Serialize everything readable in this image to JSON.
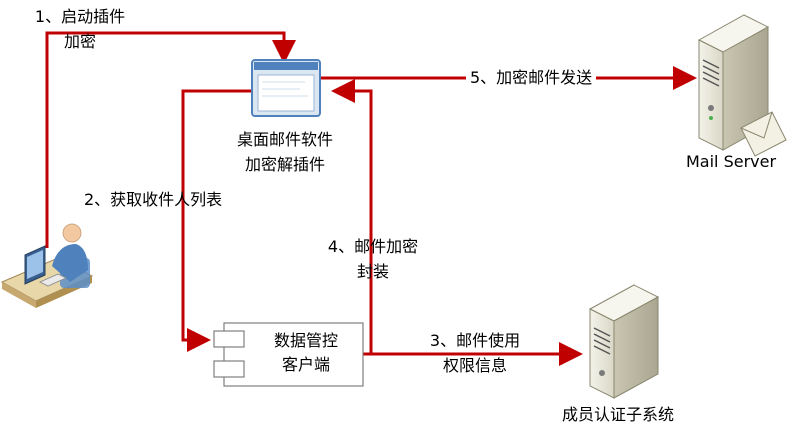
{
  "steps": {
    "s1_line1": "1、启动插件",
    "s1_line2": "加密",
    "s2": "2、获取收件人列表",
    "s3_line1": "3、邮件使用",
    "s3_line2": "权限信息",
    "s4_line1": "4、邮件加密",
    "s4_line2": "封装",
    "s5": "5、加密邮件发送"
  },
  "nodes": {
    "plugin_line1": "桌面邮件软件",
    "plugin_line2": "加密解插件",
    "client_line1": "数据管控",
    "client_line2": "客户端",
    "mail_server": "Mail Server",
    "auth_system": "成员认证子系统"
  },
  "colors": {
    "arrow": "#c00000",
    "server_body": "#e6e4d6",
    "window_frame": "#4f81bd"
  }
}
